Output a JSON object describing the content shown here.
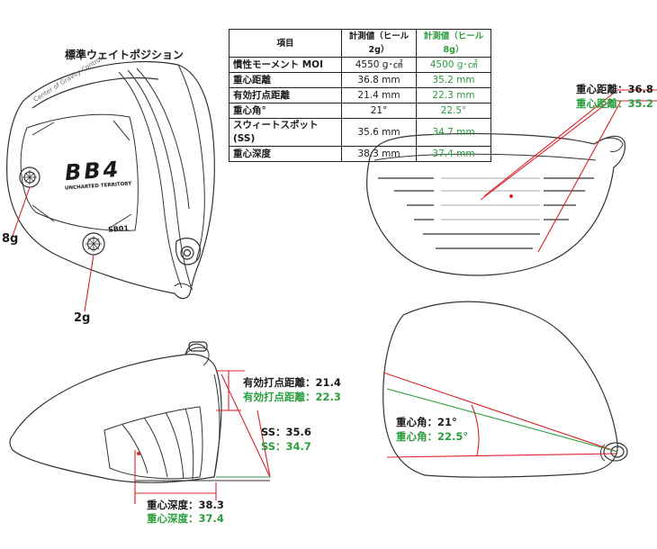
{
  "title": "標準ウェイトポジション",
  "table": {
    "headers": [
      "項目",
      "計測値（ヒール2g）",
      "計測値（ヒール8g）"
    ],
    "rows": [
      {
        "item": "慣性モーメント MOI",
        "std": "4550 g･㎠",
        "alt": "4500 g･㎠"
      },
      {
        "item": "重心距離",
        "std": "36.8 mm",
        "alt": "35.2 mm"
      },
      {
        "item": "有効打点距離",
        "std": "21.4 mm",
        "alt": "22.3 mm"
      },
      {
        "item": "重心角°",
        "std": "21°",
        "alt": "22.5°"
      },
      {
        "item": "スウィートスポット (SS)",
        "std": "35.6 mm",
        "alt": "34.7 mm"
      },
      {
        "item": "重心深度",
        "std": "38.3 mm",
        "alt": "37.4 mm"
      }
    ]
  },
  "club": {
    "brand": "BB4",
    "tagline": "UNCHARTED TERRITORY",
    "model": "SB01",
    "crown_text": "Center of Gravity Control",
    "weight_toe": "8g",
    "weight_heel": "2g"
  },
  "annotations": {
    "cg_distance_std": "重心距離：36.8",
    "cg_distance_alt": "重心距離：35.2",
    "sweet_area_std": "有効打点距離：21.4",
    "sweet_area_alt": "有効打点距離：22.3",
    "ss_std": "SS：35.6",
    "ss_alt": "SS：34.7",
    "depth_std": "重心深度：38.3",
    "depth_alt": "重心深度：37.4",
    "angle_std": "重心角：21°",
    "angle_alt": "重心角：22.5°"
  },
  "colors": {
    "red": "#d8232a",
    "green": "#2a9d3c",
    "line": "#333333"
  }
}
